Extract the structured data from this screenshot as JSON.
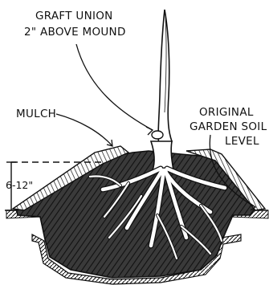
{
  "labels": {
    "graft_union_line1": "GRAFT UNION",
    "graft_union_line2": "2\" ABOVE MOUND",
    "mulch": "MULCH",
    "original_line1": "ORIGINAL",
    "original_line2": "GARDEN SOIL",
    "original_line3": "LEVEL",
    "depth": "6-12\""
  },
  "colors": {
    "ink": "#111111",
    "paper": "#ffffff",
    "soil_dark": "#2f2f2f"
  }
}
